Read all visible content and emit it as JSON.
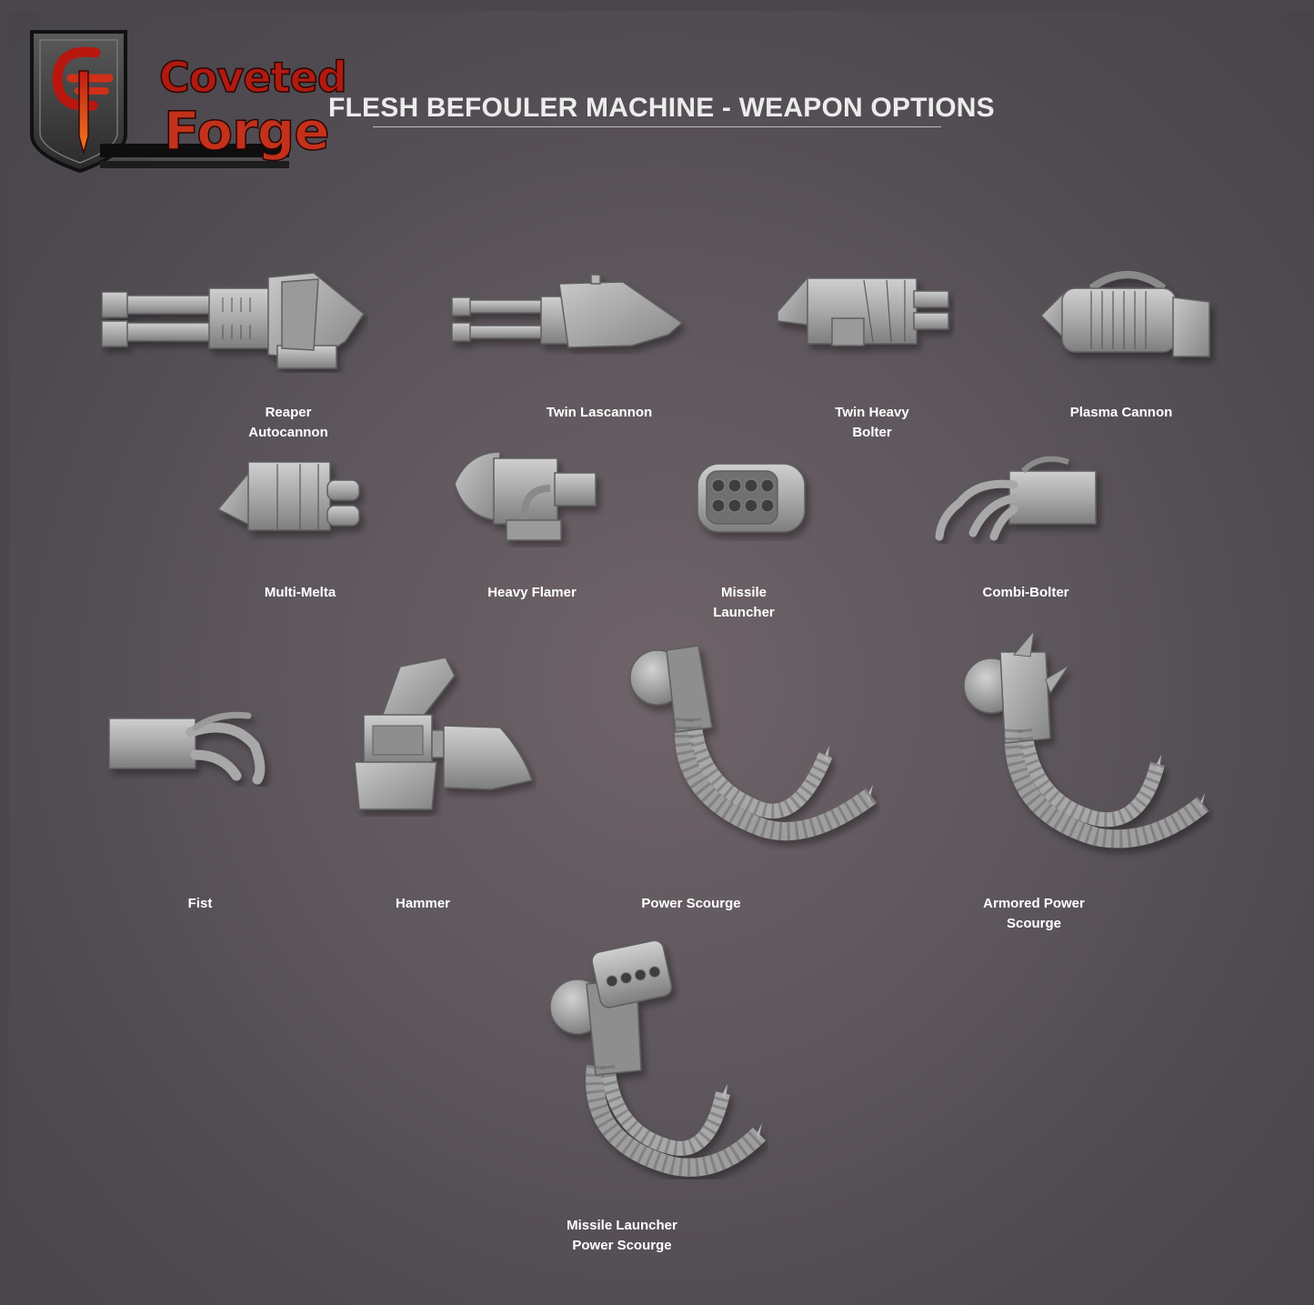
{
  "brand": {
    "line1": "Coveted",
    "line2": "Forge",
    "colors": {
      "red": "#b01a10",
      "orange": "#e0461c",
      "shield_edge": "#1a1a1a"
    }
  },
  "title": "FLESH BEFOULER MACHINE - WEAPON OPTIONS",
  "weapons": [
    {
      "id": "reaper-autocannon",
      "label": "Reaper\nAutocannon",
      "icon": "twin-barrel-gun"
    },
    {
      "id": "twin-lascannon",
      "label": "Twin Lascannon",
      "icon": "twin-barrel-gun"
    },
    {
      "id": "twin-heavy-bolter",
      "label": "Twin Heavy\nBolter",
      "icon": "armored-gun"
    },
    {
      "id": "plasma-cannon",
      "label": "Plasma Cannon",
      "icon": "coil-cannon"
    },
    {
      "id": "multi-melta",
      "label": "Multi-Melta",
      "icon": "armored-gun"
    },
    {
      "id": "heavy-flamer",
      "label": "Heavy Flamer",
      "icon": "flamer"
    },
    {
      "id": "missile-launcher",
      "label": "Missile\nLauncher",
      "icon": "missile-pod"
    },
    {
      "id": "combi-bolter",
      "label": "Combi-Bolter",
      "icon": "claw-arm"
    },
    {
      "id": "fist",
      "label": "Fist",
      "icon": "fist"
    },
    {
      "id": "hammer",
      "label": "Hammer",
      "icon": "hammer"
    },
    {
      "id": "power-scourge",
      "label": "Power Scourge",
      "icon": "tentacle"
    },
    {
      "id": "armored-power-scourge",
      "label": "Armored Power\nScourge",
      "icon": "spiked-tentacle"
    },
    {
      "id": "missile-launcher-power-scourge",
      "label": "Missile Launcher\nPower Scourge",
      "icon": "missile-tentacle"
    }
  ]
}
